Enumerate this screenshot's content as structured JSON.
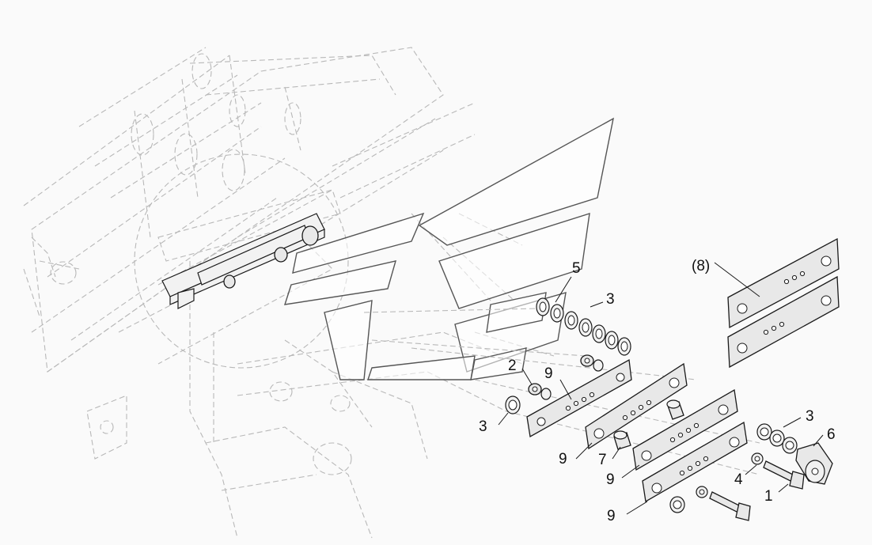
{
  "callouts": {
    "c1": "1",
    "c2": "2",
    "c3a": "3",
    "c3b": "3",
    "c3c": "3",
    "c4": "4",
    "c5": "5",
    "c6": "6",
    "c7": "7",
    "c8": "(8)",
    "c9a": "9",
    "c9b": "9",
    "c9c": "9",
    "c9d": "9"
  },
  "colors": {
    "line": "#1a1a1a",
    "ghost": "#b8b8b8",
    "part_fill": "#e8e8e8",
    "background": "#fafafa"
  }
}
